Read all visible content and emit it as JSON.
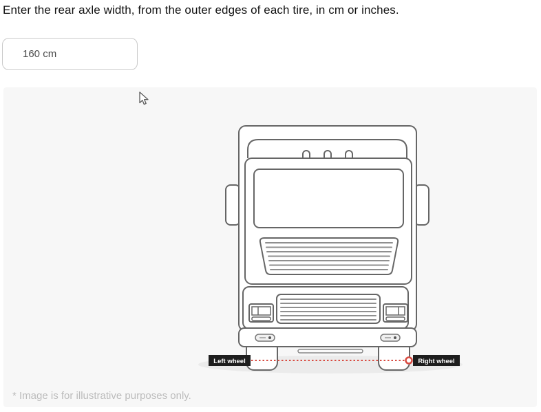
{
  "page": {
    "title": "Enter the rear axle width, from the outer edges of each tire, in cm or inches."
  },
  "axle_width_input": {
    "value": "160 cm"
  },
  "illustration": {
    "left_wheel_label": "Left wheel",
    "right_wheel_label": "Right wheel",
    "footnote": "* Image is for illustrative purposes only.",
    "colors": {
      "accent_red": "#d84b41",
      "truck_outline": "#666666",
      "panel_bg": "#f7f7f7",
      "label_bg": "#1e1e1e"
    }
  }
}
